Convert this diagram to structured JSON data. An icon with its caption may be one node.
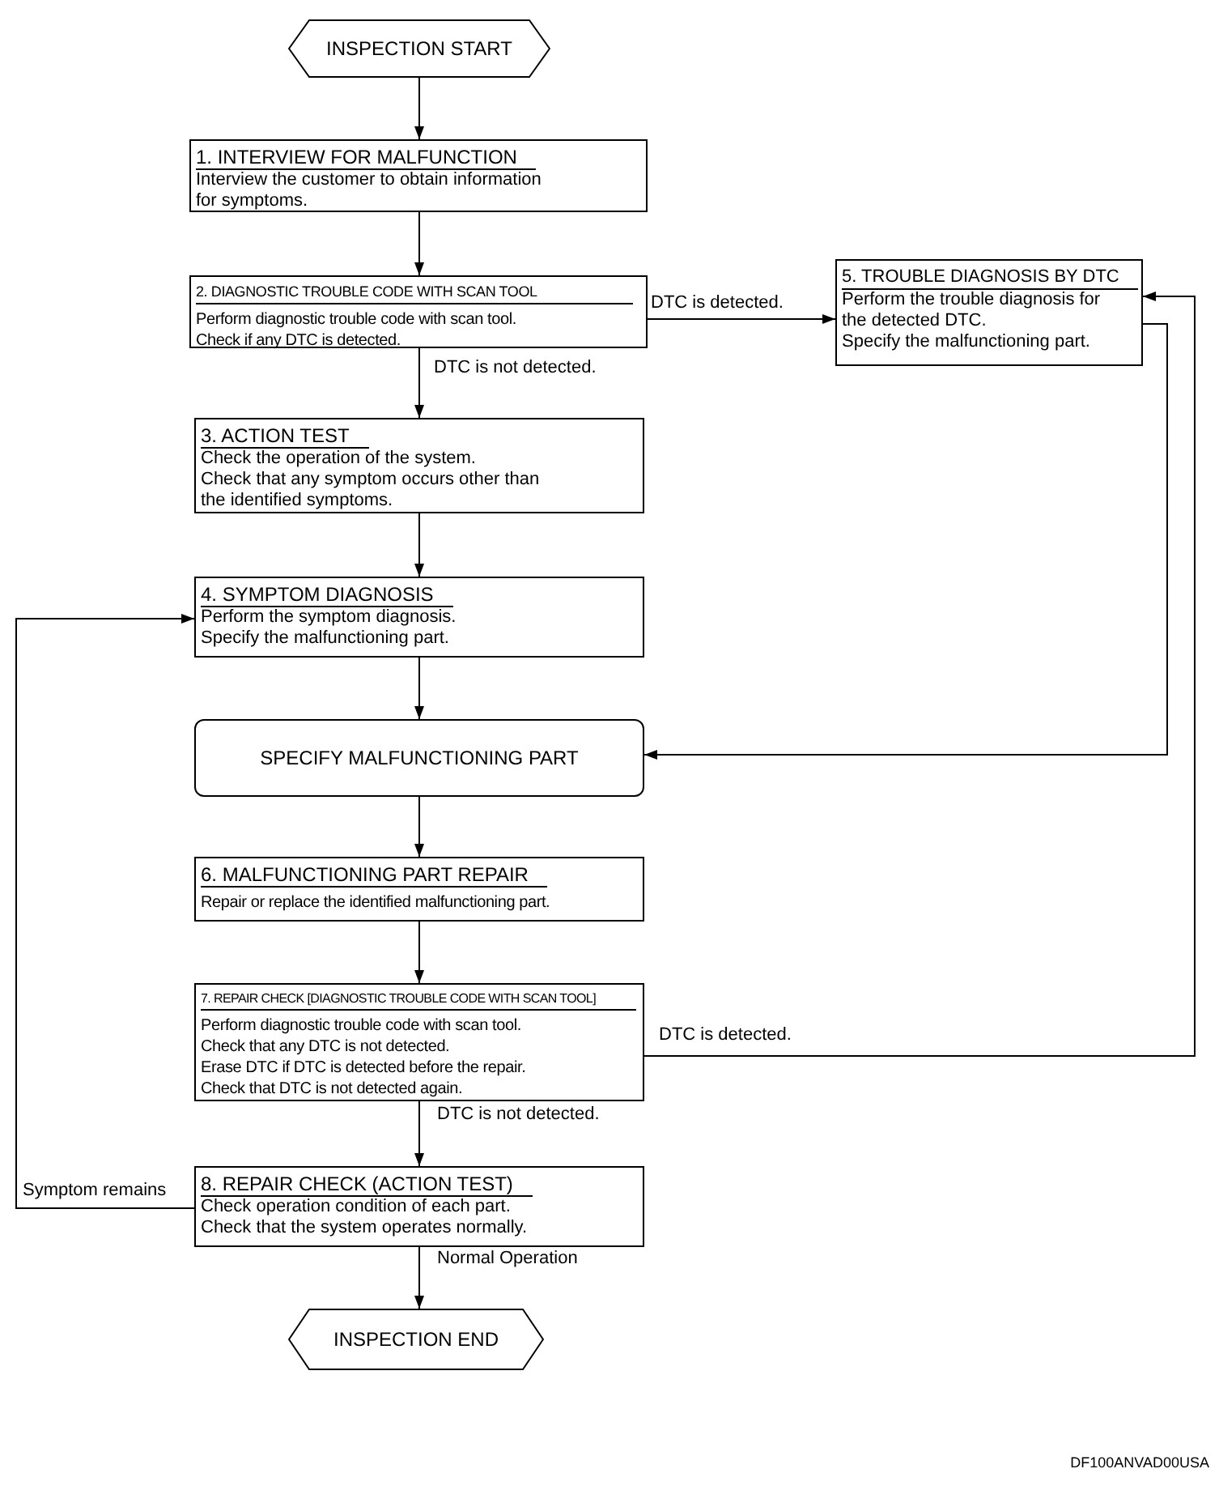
{
  "diagram": {
    "nodes": [
      {
        "text": [
          "INSPECTION START"
        ]
      },
      {
        "text": [
          "1. INTERVIEW FOR MALFUNCTION",
          "Interview the customer to obtain information for symptoms."
        ]
      },
      {
        "text": [
          "2. DIAGNOSTIC TROUBLE CODE WITH SCAN TOOL",
          "Perform diagnostic trouble code with scan tool.",
          "Check if any DTC is detected."
        ]
      },
      {
        "text": [
          "5. TROUBLE DIAGNOSIS BY DTC",
          "Perform the trouble diagnosis for the detected DTC.",
          "Specify the malfunctioning part."
        ]
      },
      {
        "text": [
          "3. ACTION TEST",
          "Check the operation of the system.",
          "Check that any symptom occurs other than the identified symptoms."
        ]
      },
      {
        "text": [
          "4. SYMPTOM DIAGNOSIS",
          "Perform the symptom diagnosis.",
          "Specify the malfunctioning part."
        ]
      },
      {
        "text": [
          "SPECIFY MALFUNCTIONING PART"
        ]
      },
      {
        "text": [
          "6. MALFUNCTIONING PART REPAIR",
          "Repair or replace the identified malfunctioning part."
        ]
      },
      {
        "text": [
          "7. REPAIR CHECK [DIAGNOSTIC TROUBLE CODE WITH SCAN TOOL]",
          "Perform diagnostic trouble code with scan tool.",
          "Check that any DTC is not detected.",
          "Erase DTC if DTC is detected before the repair.",
          "Check that DTC is not detected again."
        ]
      },
      {
        "text": [
          "8. REPAIR CHECK (ACTION TEST)",
          "Check operation condition of each part.",
          "Check that the system operates normally."
        ]
      },
      {
        "text": [
          "INSPECTION END"
        ]
      }
    ],
    "edges": [
      {
        "from": 0,
        "to": 1,
        "arrow": "to"
      },
      {
        "from": 1,
        "to": 2,
        "arrow": "to"
      },
      {
        "from": 2,
        "to": 3,
        "arrow": "to",
        "label": "DTC is detected."
      },
      {
        "from": 2,
        "to": 4,
        "arrow": "to",
        "label": "DTC is not detected."
      },
      {
        "from": 4,
        "to": 5,
        "arrow": "to"
      },
      {
        "from": 5,
        "to": 6,
        "arrow": "to"
      },
      {
        "from": 3,
        "to": 6,
        "arrow": "to"
      },
      {
        "from": 6,
        "to": 7,
        "arrow": "to"
      },
      {
        "from": 7,
        "to": 8,
        "arrow": "to"
      },
      {
        "from": 8,
        "to": 3,
        "arrow": "to",
        "label": "DTC is detected."
      },
      {
        "from": 8,
        "to": 9,
        "arrow": "to",
        "label": "DTC is not detected."
      },
      {
        "from": 9,
        "to": 5,
        "arrow": "to",
        "label": "Symptom remains"
      },
      {
        "from": 9,
        "to": 10,
        "arrow": "to",
        "label": "Normal Operation"
      }
    ],
    "labels": [
      "DF100ANVAD00USA"
    ]
  }
}
